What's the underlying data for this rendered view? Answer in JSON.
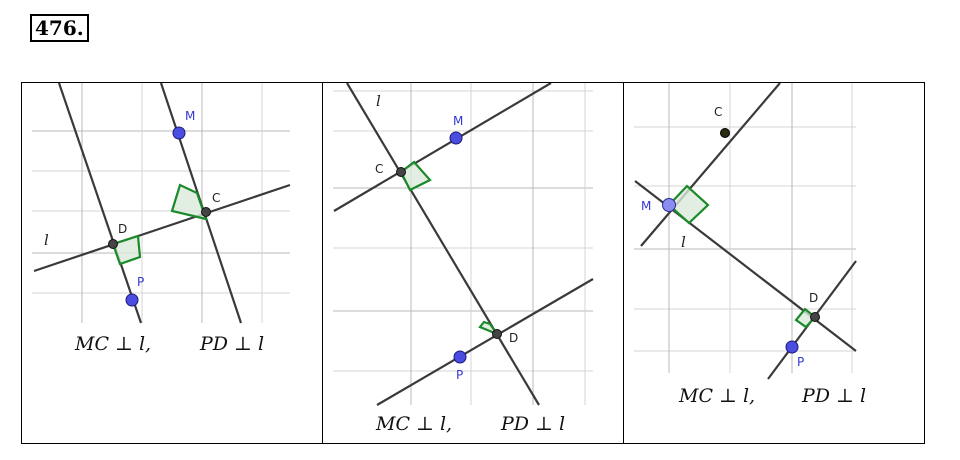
{
  "problem": {
    "number": "476."
  },
  "panels": [
    {
      "line_label": "l",
      "points": {
        "M": "M",
        "C": "C",
        "D": "D",
        "P": "P"
      },
      "caption_left": "MC ⊥ l,",
      "caption_right": "PD ⊥ l"
    },
    {
      "line_label": "l",
      "points": {
        "M": "M",
        "C": "C",
        "D": "D",
        "P": "P"
      },
      "caption_left": "MC ⊥ l,",
      "caption_right": "PD ⊥ l"
    },
    {
      "line_label": "l",
      "points": {
        "M": "M",
        "C": "C",
        "D": "D",
        "P": "P"
      },
      "caption_left": "MC ⊥ l,",
      "caption_right": "PD ⊥ l"
    }
  ],
  "colors": {
    "point_blue": "#4a4de0",
    "right_angle_marker": "#1a8a2a",
    "line": "#3a3a3a",
    "grid": "#d4d4d4"
  }
}
